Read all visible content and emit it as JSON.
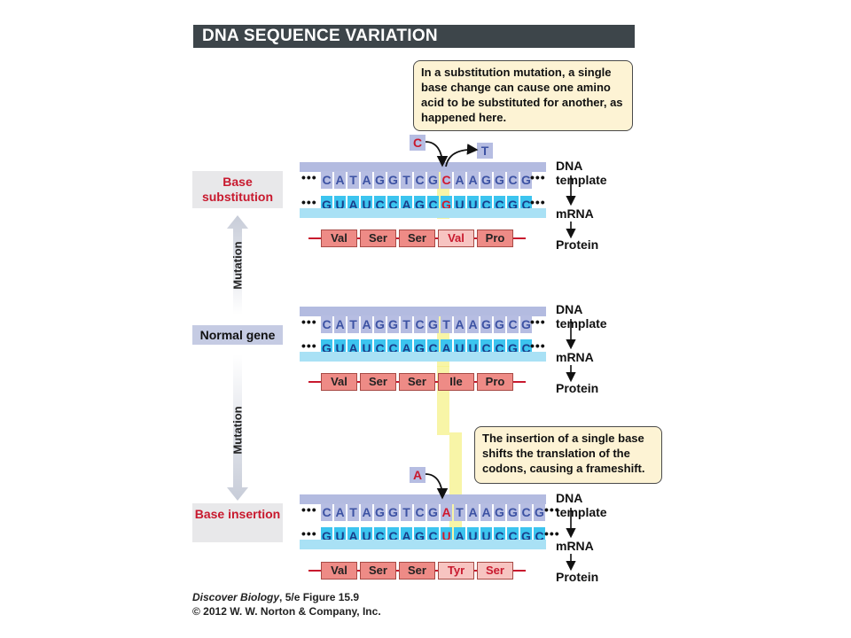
{
  "title": "DNA SEQUENCE VARIATION",
  "callout_substitution": "In a substitution mutation, a single base change can cause one amino acid to be substituted for another, as happened here.",
  "callout_insertion": "The insertion of a single base shifts the translation of the codons, causing a frameshift.",
  "side_labels": {
    "base_substitution": "Base substitution",
    "normal_gene": "Normal gene",
    "base_insertion": "Base insertion",
    "mutation_up": "Mutation",
    "mutation_down": "Mutation"
  },
  "right_labels": {
    "dna": "DNA template",
    "mrna": "mRNA",
    "protein": "Protein"
  },
  "ellipsis": "•••",
  "substitution": {
    "inserted_base": "C",
    "removed_base": "T",
    "dna": [
      "C",
      "A",
      "T",
      "A",
      "G",
      "G",
      "T",
      "C",
      "G",
      "C",
      "A",
      "A",
      "G",
      "G",
      "C",
      "G"
    ],
    "rna": [
      "G",
      "U",
      "A",
      "U",
      "C",
      "C",
      "A",
      "G",
      "C",
      "G",
      "U",
      "U",
      "C",
      "C",
      "G",
      "C"
    ],
    "highlight_index": 9,
    "protein": [
      "Val",
      "Ser",
      "Ser",
      "Val",
      "Pro"
    ],
    "changed_index": 3
  },
  "normal": {
    "dna": [
      "C",
      "A",
      "T",
      "A",
      "G",
      "G",
      "T",
      "C",
      "G",
      "T",
      "A",
      "A",
      "G",
      "G",
      "C",
      "G"
    ],
    "rna": [
      "G",
      "U",
      "A",
      "U",
      "C",
      "C",
      "A",
      "G",
      "C",
      "A",
      "U",
      "U",
      "C",
      "C",
      "G",
      "C"
    ],
    "highlight_index": 9,
    "protein": [
      "Val",
      "Ser",
      "Ser",
      "Ile",
      "Pro"
    ]
  },
  "insertion": {
    "inserted_base": "A",
    "dna": [
      "C",
      "A",
      "T",
      "A",
      "G",
      "G",
      "T",
      "C",
      "G",
      "A",
      "T",
      "A",
      "A",
      "G",
      "G",
      "C",
      "G"
    ],
    "rna": [
      "G",
      "U",
      "A",
      "U",
      "C",
      "C",
      "A",
      "G",
      "C",
      "U",
      "A",
      "U",
      "U",
      "C",
      "C",
      "G",
      "C"
    ],
    "red_index": 9,
    "protein": [
      "Val",
      "Ser",
      "Ser",
      "Tyr",
      "Ser"
    ],
    "changed_from": 3
  },
  "caption": {
    "book": "Discover Biology",
    "edition": ", 5/e  Figure 15.9",
    "copyright": "© 2012 W. W. Norton & Company, Inc."
  },
  "colors": {
    "title_bg": "#3d454a",
    "dna_base": "#b6bde2",
    "rna_base": "#3cc4ef",
    "protein": "#ee8b86",
    "mutation_red": "#c8192e",
    "highlight": "#f5f28a"
  }
}
